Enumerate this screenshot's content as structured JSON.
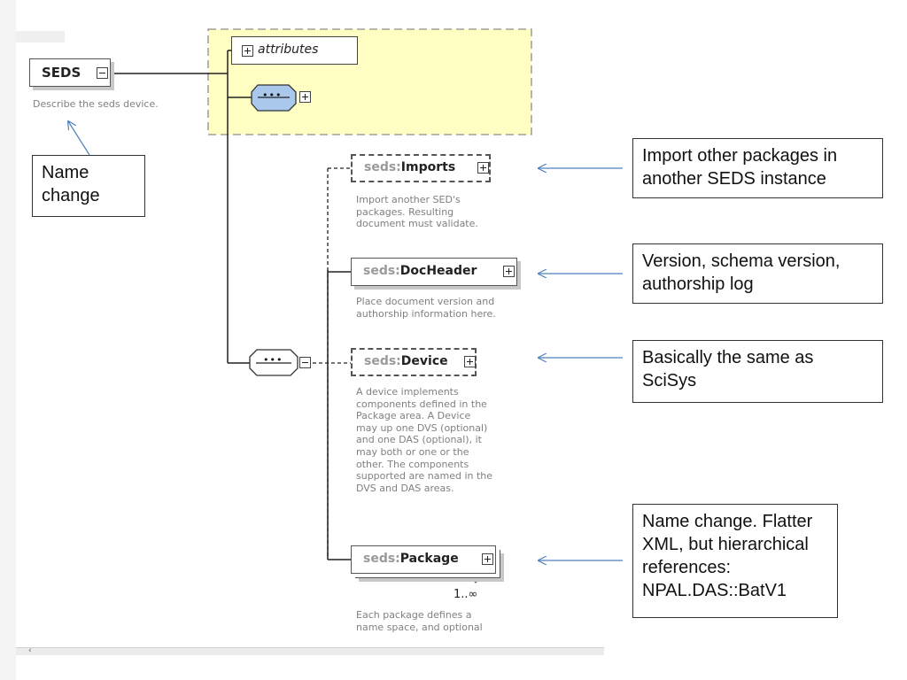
{
  "root": {
    "name": "SEDS",
    "doc": "Describe the seds device."
  },
  "attributes_label": "attributes",
  "sequence_glyph": "•••",
  "elements": {
    "imports": {
      "prefix": "seds:",
      "local": "Imports",
      "doc": [
        "Import another SED's",
        "packages. Resulting",
        "document must validate."
      ]
    },
    "docheader": {
      "prefix": "seds:",
      "local": "DocHeader",
      "doc": [
        "Place document version and",
        "authorship information here."
      ]
    },
    "device": {
      "prefix": "seds:",
      "local": "Device",
      "doc": [
        "A device implements",
        "components defined in the",
        "Package area.  A Device",
        "may up one DVS (optional)",
        "and one DAS (optional), it",
        "may both or one or the",
        "other. The components",
        "supported are named in the",
        "DVS and DAS areas."
      ]
    },
    "package": {
      "prefix": "seds:",
      "local": "Package",
      "cardinality": "1..∞",
      "doc": [
        "Each package defines a",
        "name space, and optional"
      ]
    }
  },
  "callouts": {
    "name_change": [
      "Name",
      "change"
    ],
    "imports": [
      "Import other packages in",
      "another SEDS instance"
    ],
    "docheader": [
      "Version, schema version,",
      "authorship log"
    ],
    "device": [
      "Basically the same as",
      "SciSys"
    ],
    "package": [
      "Name change. Flatter",
      "XML, but hierarchical",
      "references:",
      "NPAL.DAS::BatV1"
    ]
  },
  "colors": {
    "attributes_area": "#ffffc4",
    "attributes_border": "#8c8c8c",
    "sequence_fill": "#a9c8ec",
    "arrow": "#4f81bd",
    "doc_text": "#808080"
  }
}
